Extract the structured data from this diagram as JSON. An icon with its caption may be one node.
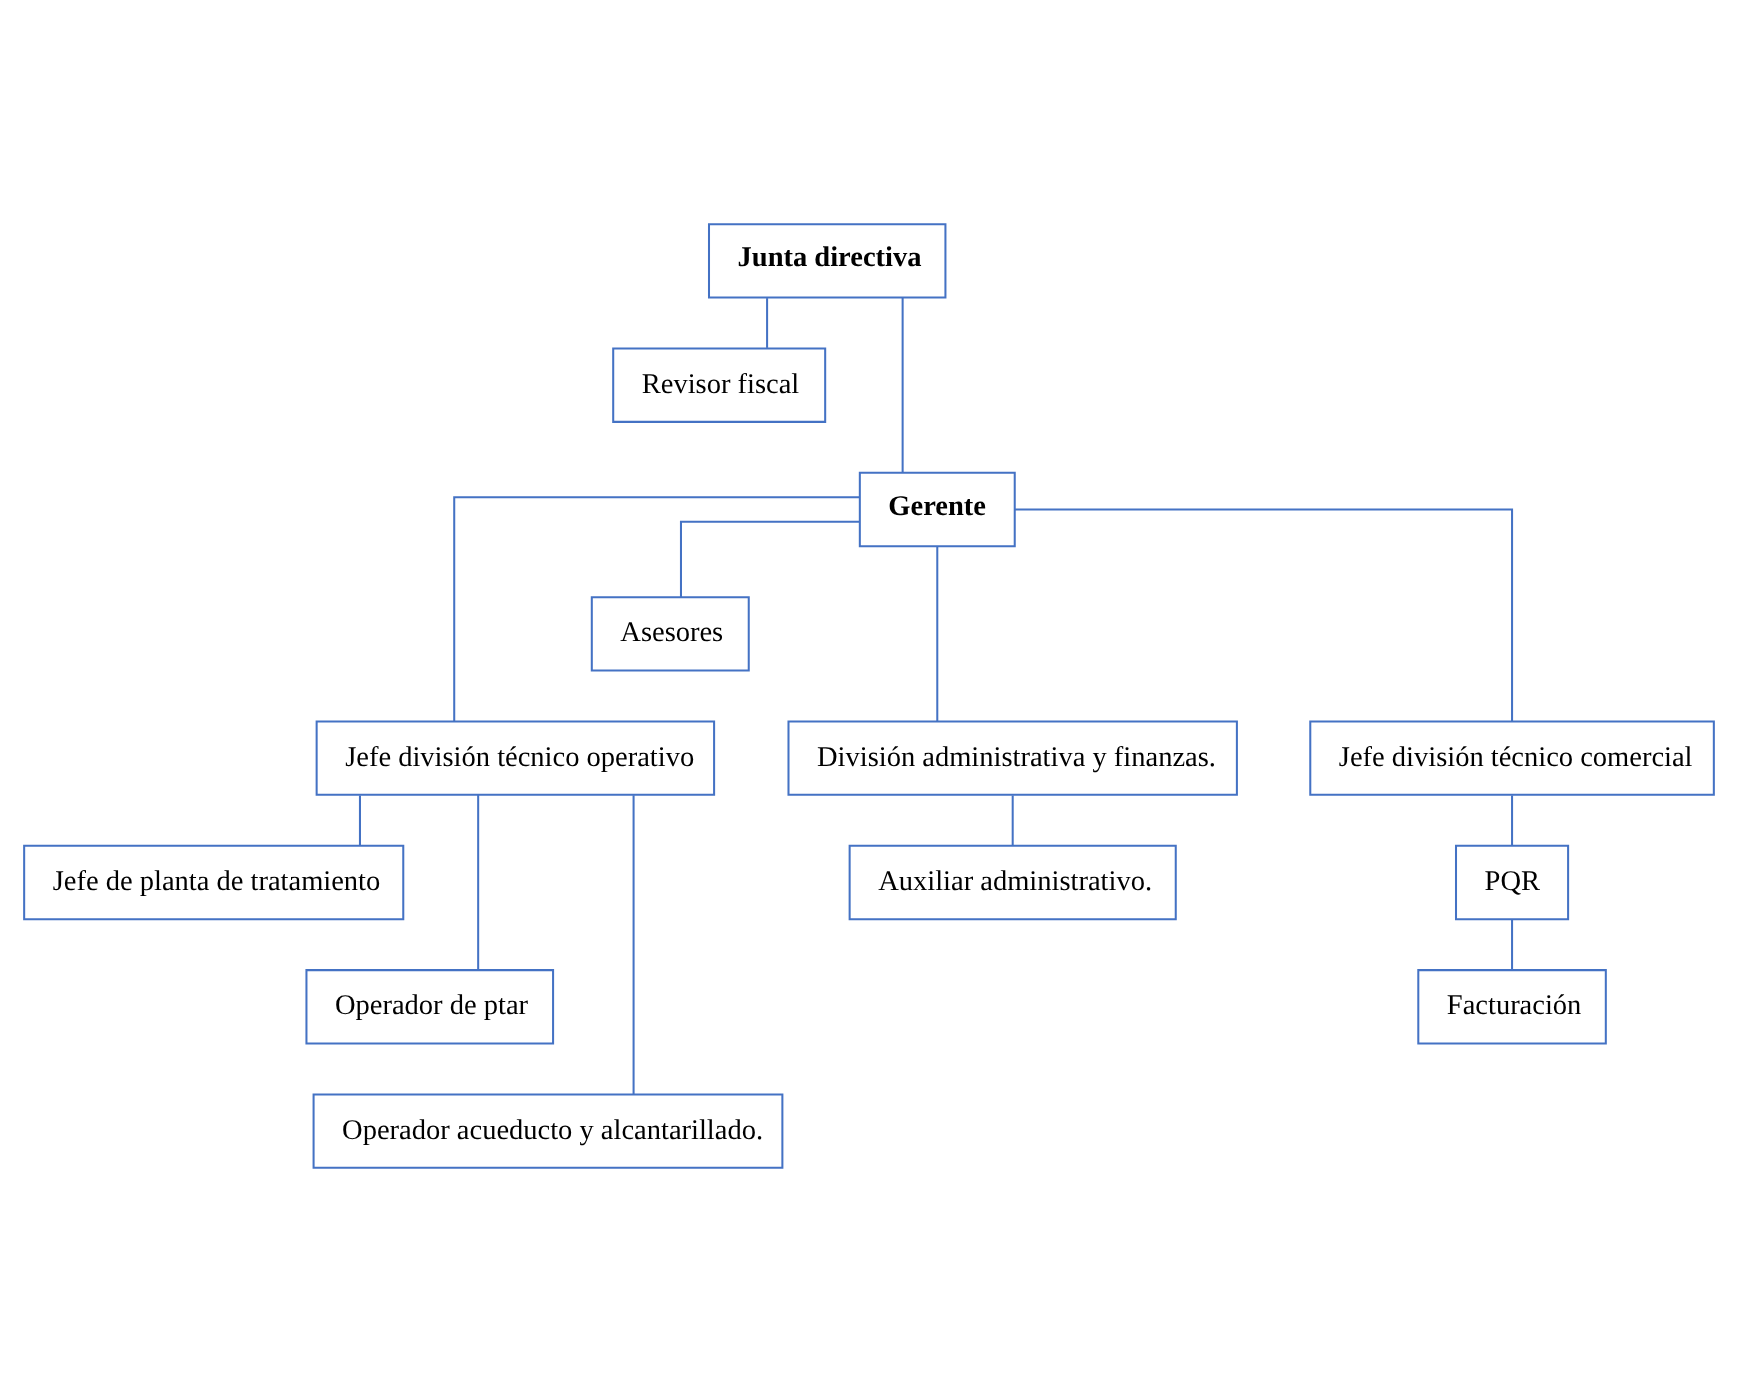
{
  "diagram": {
    "nodes": [
      {
        "text": [
          "Junta directiva"
        ]
      },
      {
        "text": [
          "Revisor fiscal"
        ]
      },
      {
        "text": [
          "Gerente"
        ]
      },
      {
        "text": [
          "Asesores"
        ]
      },
      {
        "text": [
          "Jefe división técnico operativo"
        ]
      },
      {
        "text": [
          "División administrativa y finanzas."
        ]
      },
      {
        "text": [
          "Jefe división técnico comercial"
        ]
      },
      {
        "text": [
          "Jefe de planta de tratamiento"
        ]
      },
      {
        "text": [
          "Operador de ptar"
        ]
      },
      {
        "text": [
          "Operador acueducto y alcantarillado."
        ]
      },
      {
        "text": [
          "Auxiliar administrativo."
        ]
      },
      {
        "text": [
          "PQR"
        ]
      },
      {
        "text": [
          "Facturación"
        ]
      }
    ],
    "edges": [
      {
        "from": 0,
        "to": 2,
        "arrow": "none"
      },
      {
        "from": 0,
        "to": 1,
        "arrow": "none"
      },
      {
        "from": 2,
        "to": 3,
        "arrow": "none"
      },
      {
        "from": 2,
        "to": 4,
        "arrow": "none"
      },
      {
        "from": 2,
        "to": 5,
        "arrow": "none"
      },
      {
        "from": 2,
        "to": 6,
        "arrow": "none"
      },
      {
        "from": 4,
        "to": 7,
        "arrow": "none"
      },
      {
        "from": 4,
        "to": 8,
        "arrow": "none"
      },
      {
        "from": 4,
        "to": 9,
        "arrow": "none"
      },
      {
        "from": 5,
        "to": 10,
        "arrow": "none"
      },
      {
        "from": 6,
        "to": 11,
        "arrow": "none"
      },
      {
        "from": 11,
        "to": 12,
        "arrow": "none"
      }
    ]
  }
}
